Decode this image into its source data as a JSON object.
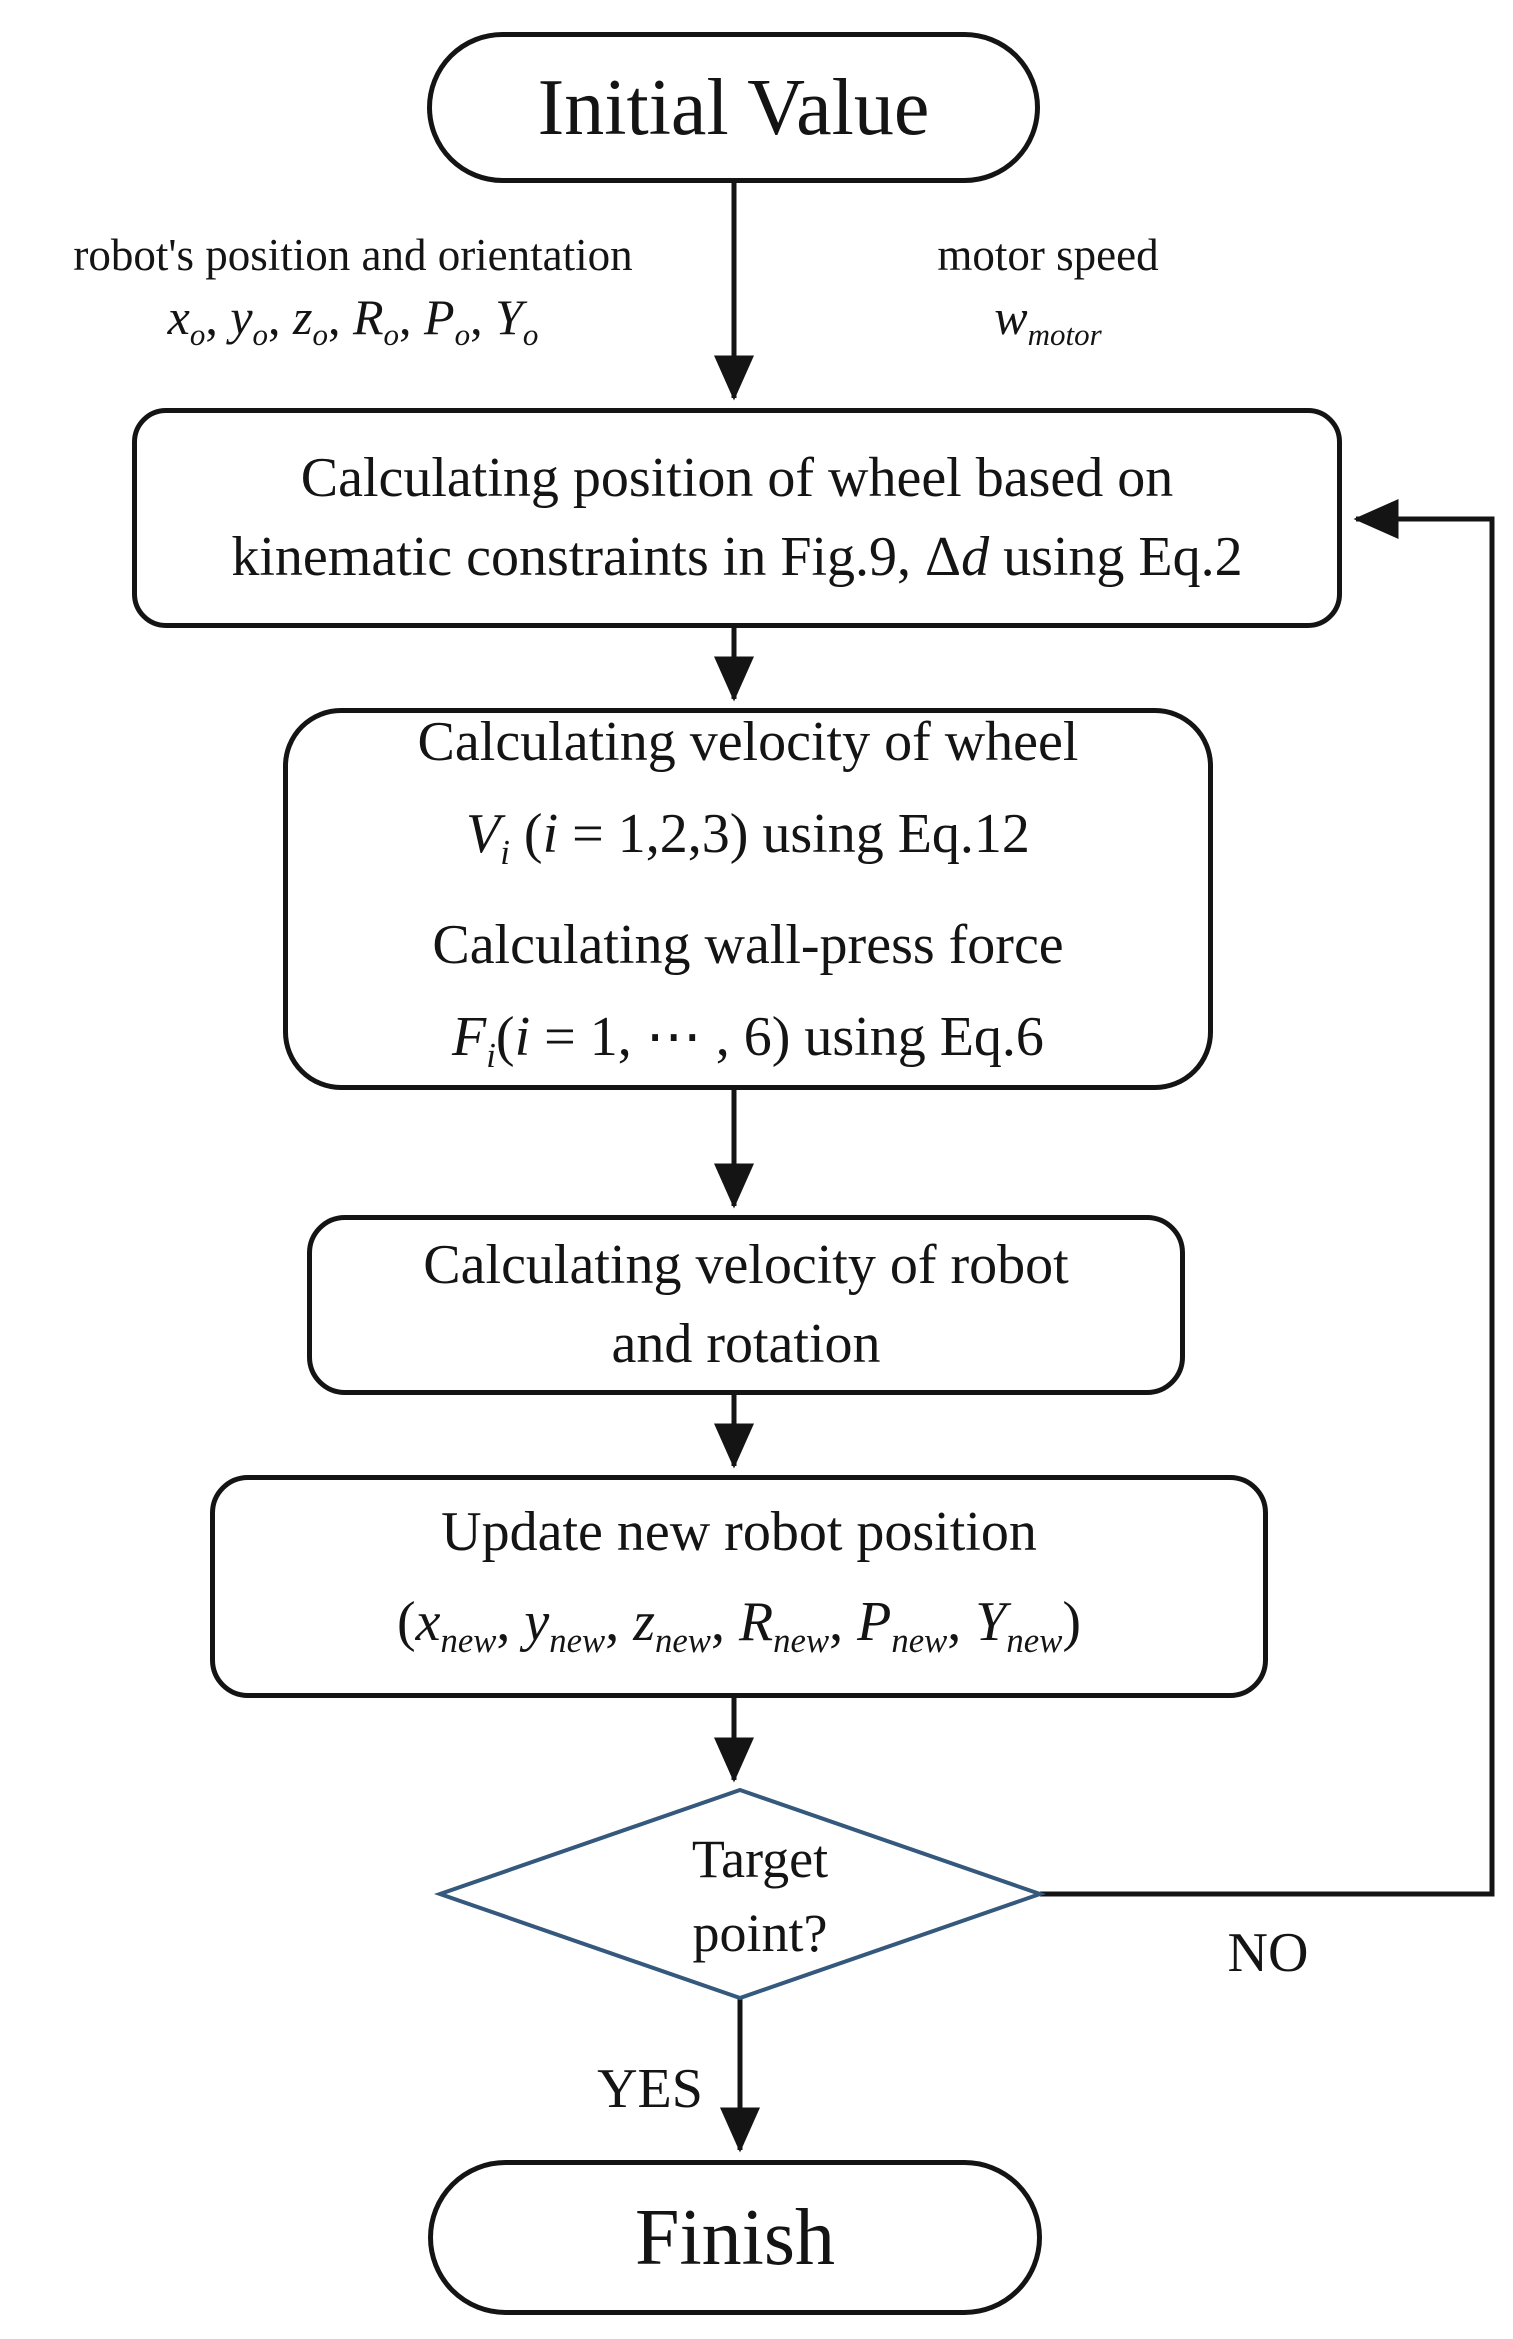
{
  "colors": {
    "background": "#ffffff",
    "shape_border": "#141414",
    "connector": "#141414",
    "diamond_border": "#35587d",
    "text": "#141414"
  },
  "flowchart": {
    "start": {
      "label": "Initial Value"
    },
    "inputs": {
      "left": {
        "caption": "robot's position and orientation",
        "math": [
          {
            "t": "x",
            "i": true
          },
          {
            "t": "o",
            "s": true
          },
          {
            "t": ", "
          },
          {
            "t": "y",
            "i": true
          },
          {
            "t": "o",
            "s": true
          },
          {
            "t": ", "
          },
          {
            "t": "z",
            "i": true
          },
          {
            "t": "o",
            "s": true
          },
          {
            "t": ", "
          },
          {
            "t": "R",
            "i": true
          },
          {
            "t": "o",
            "s": true
          },
          {
            "t": ", "
          },
          {
            "t": "P",
            "i": true
          },
          {
            "t": "o",
            "s": true
          },
          {
            "t": ", "
          },
          {
            "t": "Y",
            "i": true
          },
          {
            "t": "o",
            "s": true
          }
        ]
      },
      "right": {
        "caption": "motor speed",
        "math": [
          {
            "t": "w",
            "i": true
          },
          {
            "t": "motor",
            "s": true
          }
        ]
      }
    },
    "process_wheel_position": {
      "line1": "Calculating position of wheel based on",
      "line2": [
        {
          "t": "kinematic constraints in Fig.9, "
        },
        {
          "t": "Δ"
        },
        {
          "t": "d",
          "i": true
        },
        {
          "t": " using Eq.2"
        }
      ]
    },
    "process_wheel_velocity": {
      "line1": "Calculating velocity of wheel",
      "line2": [
        {
          "t": "V",
          "i": true
        },
        {
          "t": "i",
          "s": true
        },
        {
          "t": " ("
        },
        {
          "t": "i",
          "i": true
        },
        {
          "t": " = 1,2,3) using Eq.12"
        }
      ],
      "line3": "Calculating wall-press force",
      "line4": [
        {
          "t": "F",
          "i": true
        },
        {
          "t": "i",
          "s": true
        },
        {
          "t": "("
        },
        {
          "t": "i",
          "i": true
        },
        {
          "t": " = 1, ⋯ , 6) using Eq.6"
        }
      ]
    },
    "process_robot_velocity": {
      "line1": "Calculating velocity of robot",
      "line2": "and rotation"
    },
    "process_update_position": {
      "line1": "Update new robot position",
      "line2": [
        {
          "t": "("
        },
        {
          "t": "x",
          "i": true
        },
        {
          "t": "new",
          "s": true
        },
        {
          "t": ", "
        },
        {
          "t": "y",
          "i": true
        },
        {
          "t": "new",
          "s": true
        },
        {
          "t": ", "
        },
        {
          "t": "z",
          "i": true
        },
        {
          "t": "new",
          "s": true
        },
        {
          "t": ", "
        },
        {
          "t": "R",
          "i": true
        },
        {
          "t": "new",
          "s": true
        },
        {
          "t": ", "
        },
        {
          "t": "P",
          "i": true
        },
        {
          "t": "new",
          "s": true
        },
        {
          "t": ", "
        },
        {
          "t": "Y",
          "i": true
        },
        {
          "t": "new",
          "s": true
        },
        {
          "t": ")"
        }
      ]
    },
    "decision": {
      "line1": "Target",
      "line2": "point?"
    },
    "edge_labels": {
      "no": "NO",
      "yes": "YES"
    },
    "end": {
      "label": "Finish"
    }
  }
}
